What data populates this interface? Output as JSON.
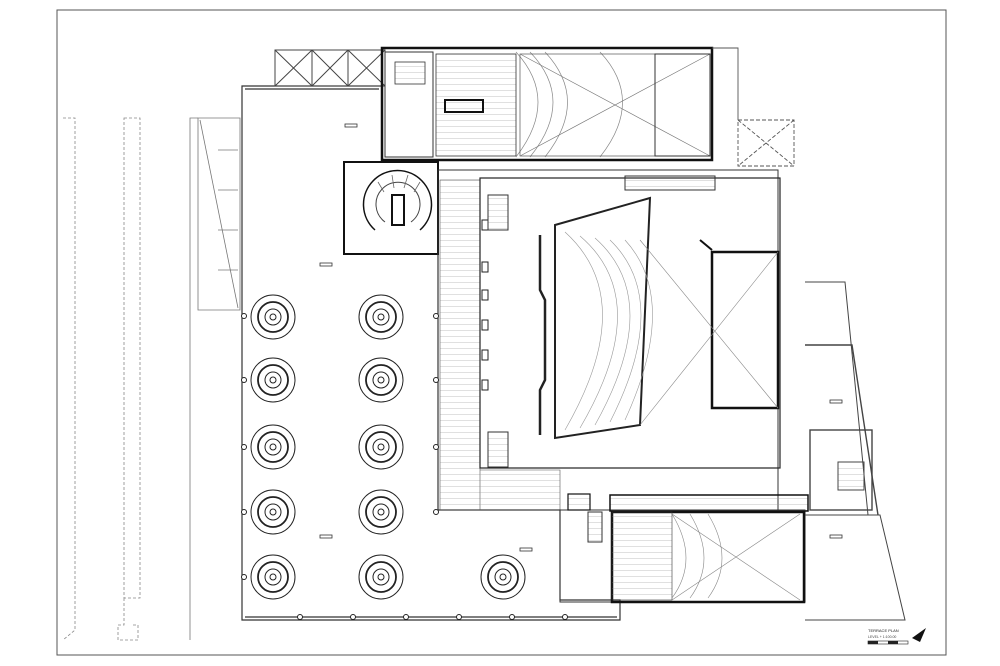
{
  "drawing": {
    "title_block": {
      "title": "TERRACE PLAN",
      "scale": "LEVEL + 1:100.00"
    },
    "north_arrow": "north-arrow"
  }
}
